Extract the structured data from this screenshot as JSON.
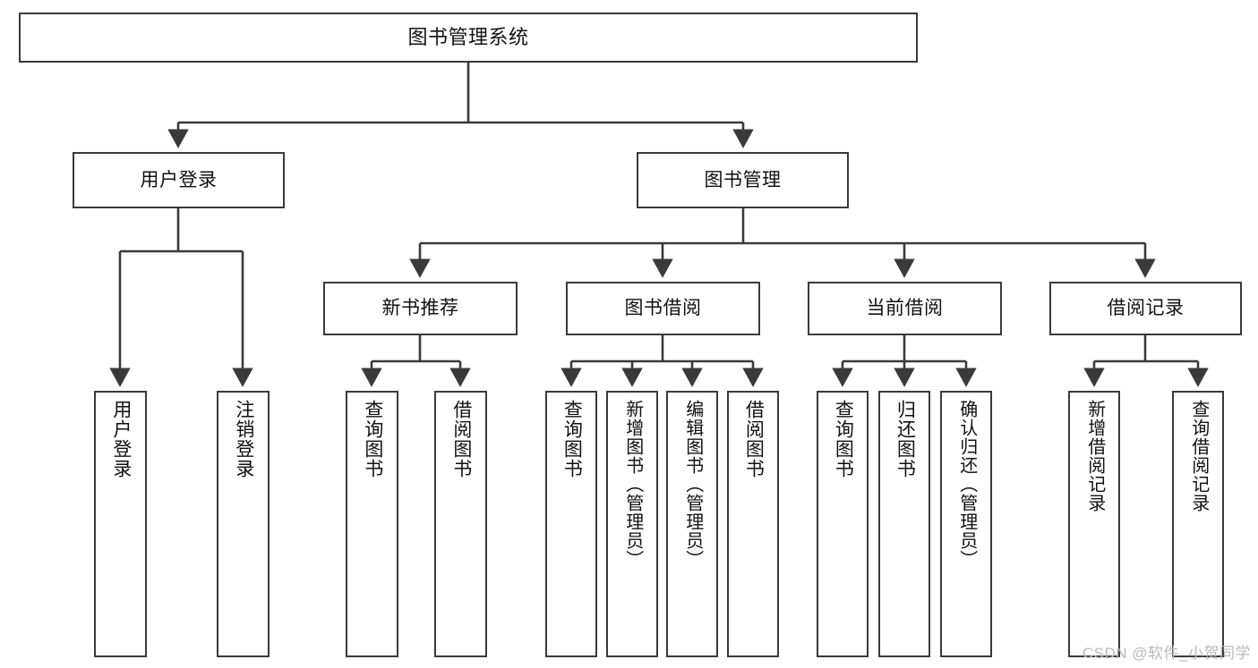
{
  "diagram": {
    "title": "图书管理系统",
    "type": "tree",
    "colors": {
      "box_border": "#3a3a3a",
      "box_fill": "#ffffff",
      "connector": "#3a3a3a",
      "text": "#111111",
      "watermark": "#b9b9b9"
    },
    "root": {
      "label": "图书管理系统"
    },
    "level2": [
      {
        "label": "用户登录"
      },
      {
        "label": "图书管理"
      }
    ],
    "level3": [
      {
        "label": "新书推荐"
      },
      {
        "label": "图书借阅"
      },
      {
        "label": "当前借阅"
      },
      {
        "label": "借阅记录"
      }
    ],
    "leaves": {
      "user_login": [
        {
          "label": "用户登录"
        },
        {
          "label": "注销登录"
        }
      ],
      "new_book_recommend": [
        {
          "label": "查询图书"
        },
        {
          "label": "借阅图书"
        }
      ],
      "book_borrow": [
        {
          "label": "查询图书"
        },
        {
          "label": "新增图书（管理员）"
        },
        {
          "label": "编辑图书（管理员）"
        },
        {
          "label": "借阅图书"
        }
      ],
      "current_borrow": [
        {
          "label": "查询图书"
        },
        {
          "label": "归还图书"
        },
        {
          "label": "确认归还（管理员）"
        }
      ],
      "borrow_record": [
        {
          "label": "新增借阅记录"
        },
        {
          "label": "查询借阅记录"
        }
      ]
    }
  },
  "watermark": {
    "text": "CSDN @软件_小贺同学"
  }
}
